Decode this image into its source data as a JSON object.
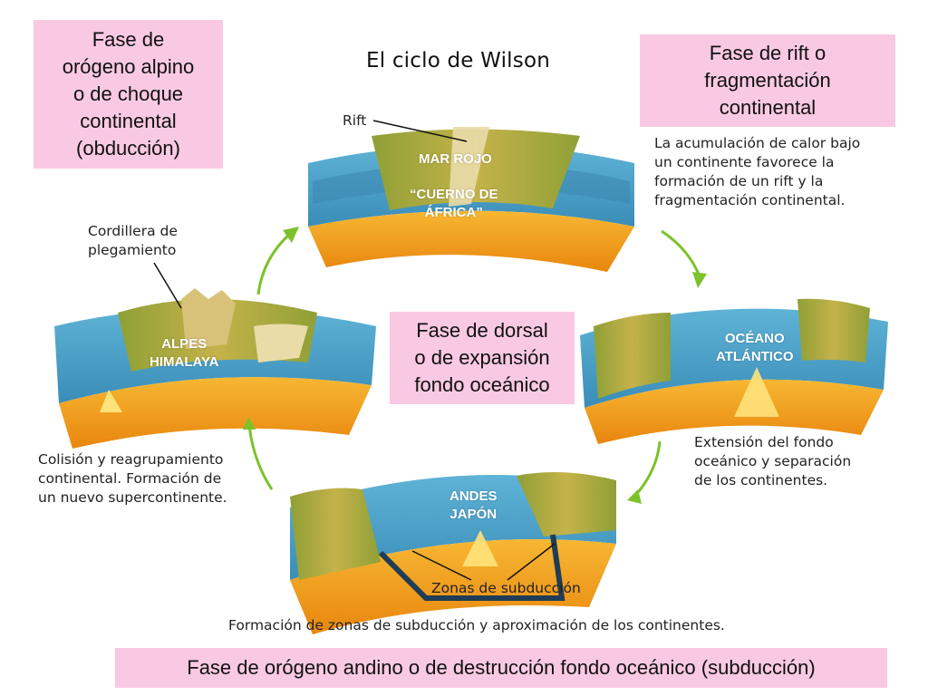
{
  "title": "El ciclo de Wilson",
  "boxes": {
    "alpine": [
      "Fase de",
      "orógeno alpino",
      "o de choque",
      "continental",
      "(obducción)"
    ],
    "rift": [
      "Fase de rift o",
      "fragmentación",
      "continental"
    ],
    "dorsal": [
      "Fase de dorsal",
      "o de expansión",
      "fondo oceánico"
    ],
    "andean": "Fase de orógeno andino o de destrucción fondo oceánico  (subducción)"
  },
  "captions": {
    "rift": [
      "La acumulación de calor bajo",
      "un continente favorece la",
      "formación de un rift y la",
      "fragmentación continental."
    ],
    "dorsal": [
      "Extensión del fondo",
      "oceánico y separación",
      "de los continentes."
    ],
    "collision": [
      "Colisión y reagrupamiento",
      "continental. Formación de",
      "un nuevo supercontinente."
    ],
    "subduction": "Formación de zonas de subducción y aproximación de los continentes."
  },
  "labels": {
    "rift": "Rift",
    "cordillera": [
      "Cordillera de",
      "plegamiento"
    ],
    "subduction_zones": "Zonas de subducción"
  },
  "block_labels": {
    "mar_rojo": "MAR ROJO",
    "cuerno": [
      "“CUERNO DE",
      "ÁFRICA”"
    ],
    "oceano": [
      "OCÉANO",
      "ATLÁNTICO"
    ],
    "andes": [
      "ANDES",
      "JAPÓN"
    ],
    "alpes": [
      "ALPES",
      "HIMALAYA"
    ]
  },
  "colors": {
    "box_pink": "#f9c9e4",
    "ocean": "#4a9ec4",
    "crust": "#f0a020",
    "land": "#9caa3a",
    "arrow": "#7cc22a"
  }
}
